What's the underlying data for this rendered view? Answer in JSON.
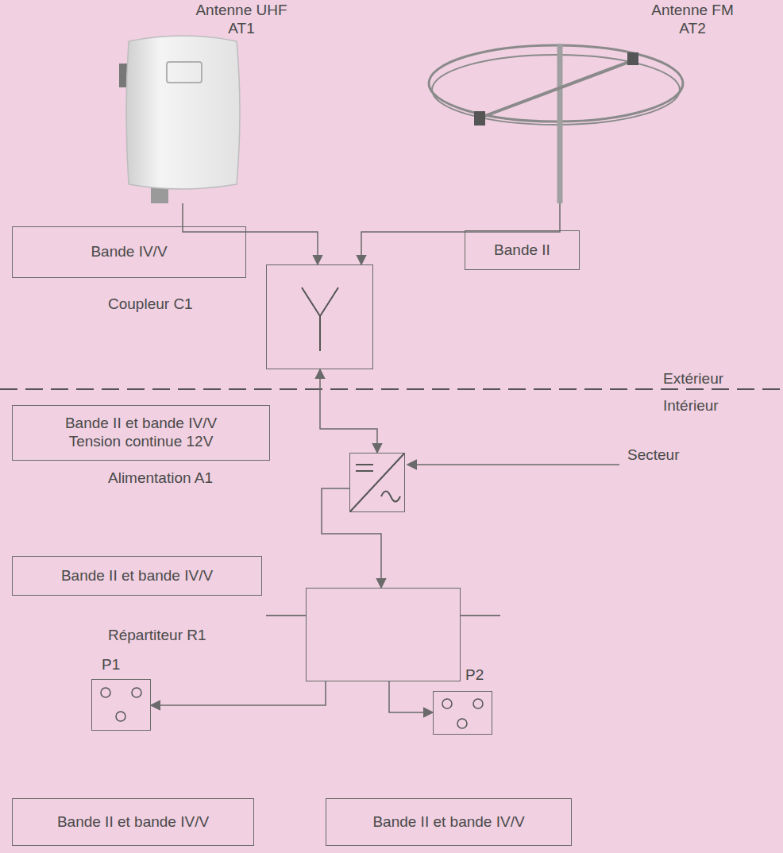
{
  "diagram": {
    "nodes": [
      {
        "text": [
          "Antenne UHF AT1"
        ]
      },
      {
        "text": [
          "Antenne FM AT2"
        ]
      },
      {
        "text": [
          "Bande IV/V"
        ]
      },
      {
        "text": [
          "Coupleur C1"
        ]
      },
      {
        "text": [
          "Bande II"
        ]
      },
      {
        "text": [
          "Bande II et bande IV/V",
          "Tension continue 12V"
        ]
      },
      {
        "text": [
          "Alimentation A1"
        ]
      },
      {
        "text": [
          "Bande II et bande IV/V"
        ]
      },
      {
        "text": [
          "Répartiteur R1"
        ]
      },
      {
        "text": [
          "P1"
        ]
      },
      {
        "text": [
          "P2"
        ]
      },
      {
        "text": [
          "Bande II et bande IV/V"
        ]
      },
      {
        "text": [
          "Bande II et bande IV/V"
        ]
      }
    ],
    "edges": [
      {
        "from": 0,
        "to": 3,
        "arrow": "to"
      },
      {
        "from": 1,
        "to": 3,
        "arrow": "to"
      },
      {
        "from": 3,
        "to": 6,
        "arrow": "both"
      },
      {
        "from": 6,
        "to": 8,
        "arrow": "to"
      },
      {
        "from": 8,
        "to": 9,
        "arrow": "to"
      },
      {
        "from": 8,
        "to": 10,
        "arrow": "to"
      }
    ],
    "labels": [
      "Extérieur",
      "Intérieur",
      "Secteur"
    ]
  }
}
